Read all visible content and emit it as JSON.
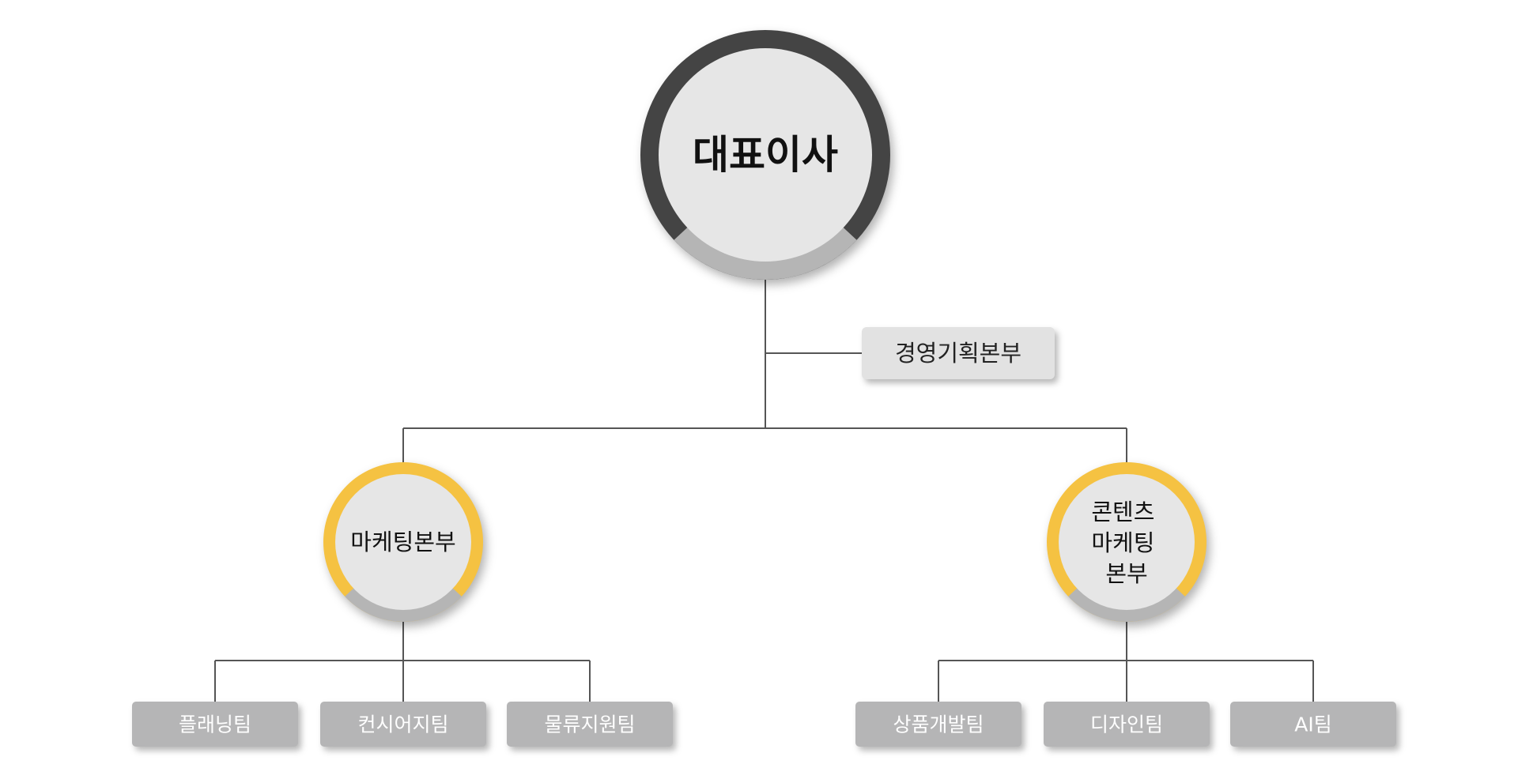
{
  "org": {
    "ceo": {
      "label": "대표이사"
    },
    "staff": {
      "label": "경영기획본부"
    },
    "divisions": [
      {
        "lines": [
          "마케팅본부"
        ],
        "teams": [
          "플래닝팀",
          "컨시어지팀",
          "물류지원팀"
        ]
      },
      {
        "lines": [
          "콘텐츠",
          "마케팅",
          "본부"
        ],
        "teams": [
          "상품개발팀",
          "디자인팀",
          "AI팀"
        ]
      }
    ]
  },
  "colors": {
    "ceo_ring": "#444444",
    "ring_bottom": "#b5b5b5",
    "division_ring": "#f5c242",
    "node_fill": "#e6e6e6",
    "staff_box": "#e2e2e2",
    "team_box": "#b5b5b6",
    "connector": "#555555"
  }
}
